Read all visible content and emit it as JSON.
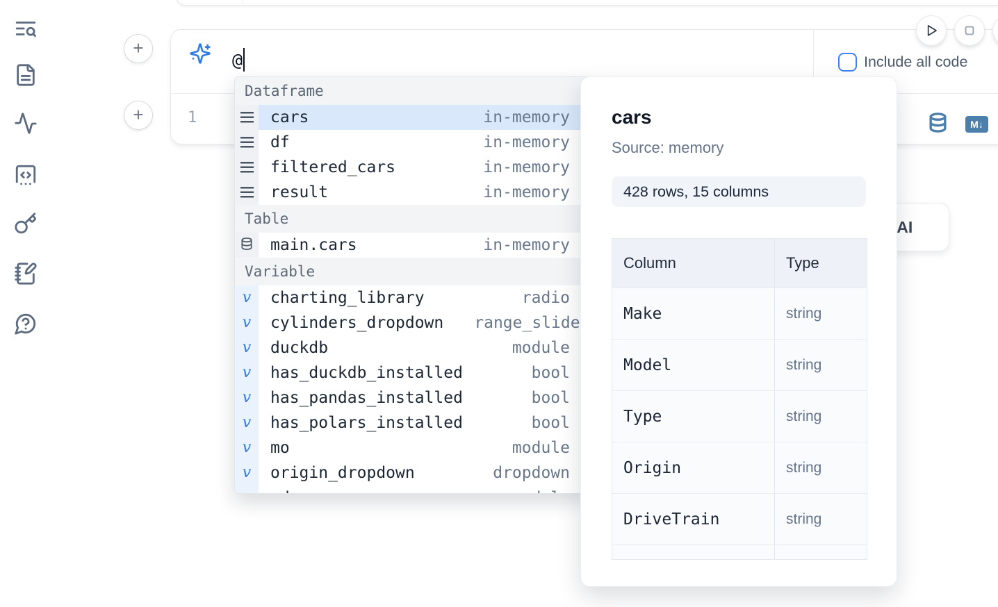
{
  "colors": {
    "accent": "#3b82f6",
    "steel_blue": "#4c80aa",
    "selection": "#d9e8fa"
  },
  "sidebar": {
    "items": [
      {
        "icon": "list-search-icon"
      },
      {
        "icon": "file-text-icon"
      },
      {
        "icon": "activity-icon"
      },
      {
        "icon": "code-snippet-icon"
      },
      {
        "icon": "key-icon"
      },
      {
        "icon": "notebook-pen-icon"
      },
      {
        "icon": "help-chat-icon"
      }
    ]
  },
  "cell_toolbar": {
    "run_icon": "play-icon",
    "stop_icon": "stop-square-icon"
  },
  "prompt": {
    "icon": "sparkles-icon",
    "value": "@"
  },
  "controls": {
    "include_all_code_label": "Include all code",
    "include_all_code_checked": false
  },
  "editor": {
    "line_number": "1",
    "icons": [
      "database-icon",
      "markdown-icon"
    ],
    "markdown_badge": "M↓"
  },
  "ai_button": {
    "label": "Generate with AI"
  },
  "completion": {
    "sections": [
      {
        "label": "Dataframe",
        "items": [
          {
            "icon": "dataframe-icon",
            "name": "cars",
            "type": "in-memory",
            "selected": true
          },
          {
            "icon": "dataframe-icon",
            "name": "df",
            "type": "in-memory"
          },
          {
            "icon": "dataframe-icon",
            "name": "filtered_cars",
            "type": "in-memory"
          },
          {
            "icon": "dataframe-icon",
            "name": "result",
            "type": "in-memory"
          }
        ]
      },
      {
        "label": "Table",
        "items": [
          {
            "icon": "database-icon",
            "name": "main.cars",
            "type": "in-memory"
          }
        ]
      },
      {
        "label": "Variable",
        "items": [
          {
            "icon": "variable-icon",
            "name": "charting_library",
            "type": "radio"
          },
          {
            "icon": "variable-icon",
            "name": "cylinders_dropdown",
            "type": "range_slider"
          },
          {
            "icon": "variable-icon",
            "name": "duckdb",
            "type": "module"
          },
          {
            "icon": "variable-icon",
            "name": "has_duckdb_installed",
            "type": "bool"
          },
          {
            "icon": "variable-icon",
            "name": "has_pandas_installed",
            "type": "bool"
          },
          {
            "icon": "variable-icon",
            "name": "has_polars_installed",
            "type": "bool"
          },
          {
            "icon": "variable-icon",
            "name": "mo",
            "type": "module"
          },
          {
            "icon": "variable-icon",
            "name": "origin_dropdown",
            "type": "dropdown"
          },
          {
            "icon": "variable-icon",
            "name": "pd",
            "type": "module",
            "partial": true
          }
        ]
      }
    ]
  },
  "preview": {
    "title": "cars",
    "source_label": "Source: memory",
    "shape_label": "428 rows, 15 columns",
    "table": {
      "headers": [
        "Column",
        "Type"
      ],
      "rows": [
        {
          "column": "Make",
          "type": "string"
        },
        {
          "column": "Model",
          "type": "string"
        },
        {
          "column": "Type",
          "type": "string"
        },
        {
          "column": "Origin",
          "type": "string"
        },
        {
          "column": "DriveTrain",
          "type": "string"
        }
      ]
    }
  }
}
